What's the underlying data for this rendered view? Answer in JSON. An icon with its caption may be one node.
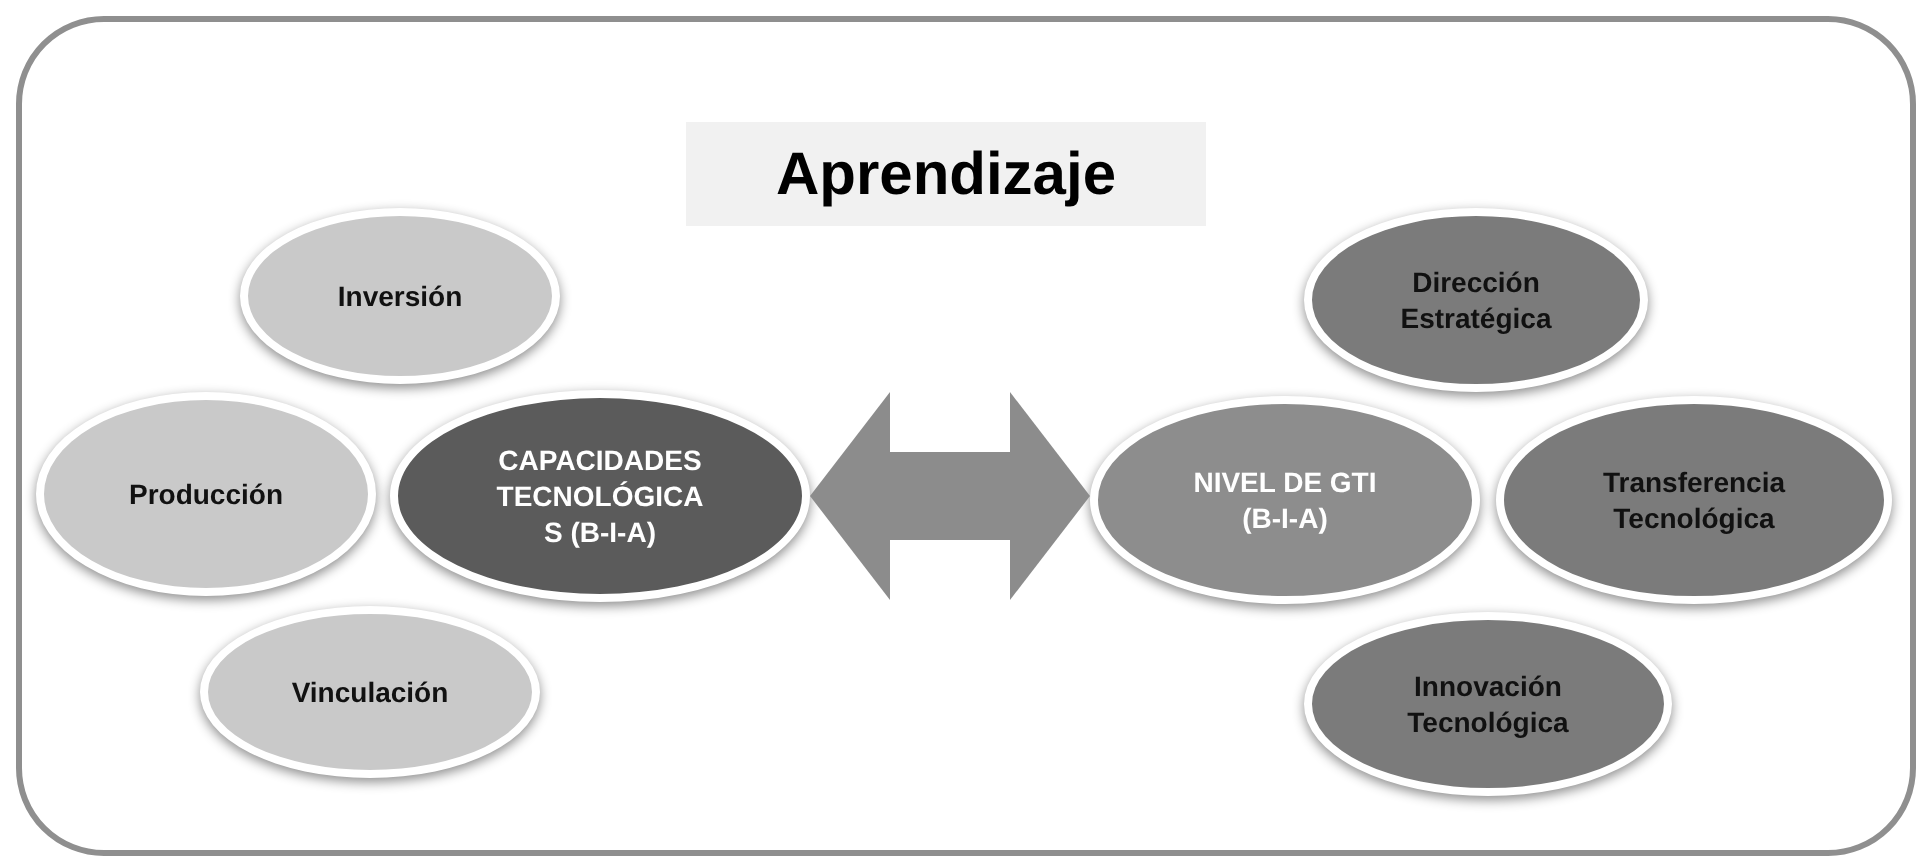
{
  "diagram": {
    "nodes": [
      {
        "text": [
          "Aprendizaje"
        ]
      },
      {
        "text": [
          "Inversión"
        ],
        "in": 0
      },
      {
        "text": [
          "Producción"
        ],
        "in": 0
      },
      {
        "text": [
          "CAPACIDADES TECNOLÓGICA S (B-I-A)"
        ],
        "in": 0
      },
      {
        "text": [
          "Vinculación"
        ],
        "in": 0
      },
      {
        "text": [
          "Dirección Estratégica"
        ],
        "in": 0
      },
      {
        "text": [
          "NIVEL DE GTI (B-I-A)"
        ],
        "in": 0
      },
      {
        "text": [
          "Transferencia Tecnológica"
        ],
        "in": 0
      },
      {
        "text": [
          "Innovación Tecnológica"
        ],
        "in": 0
      }
    ],
    "edges": [
      {
        "from": 3,
        "to": 6,
        "arrow": "both"
      }
    ]
  }
}
